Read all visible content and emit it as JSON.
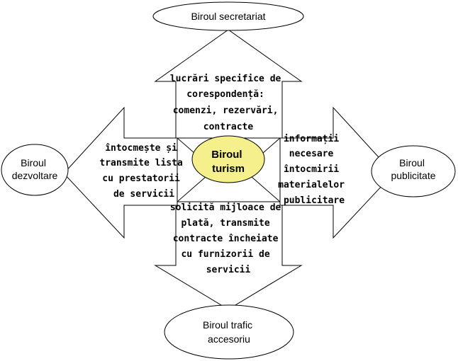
{
  "center": {
    "lines": [
      "Biroul",
      "turism"
    ],
    "fill": "#f5f08c"
  },
  "nodes": {
    "top": {
      "lines": [
        "Biroul secretariat"
      ]
    },
    "left": {
      "lines": [
        "Biroul",
        "dezvoltare"
      ]
    },
    "right": {
      "lines": [
        "Biroul",
        "publicitate"
      ]
    },
    "bottom": {
      "lines": [
        "Biroul trafic",
        "accesoriu"
      ]
    }
  },
  "flows": {
    "top": {
      "lines": [
        "lucrări specifice de",
        "corespondență:",
        "comenzi, rezervări,",
        "contracte"
      ]
    },
    "left": {
      "lines": [
        "întocmește și",
        "transmite lista",
        "cu prestatorii",
        "de servicii"
      ]
    },
    "right": {
      "lines": [
        "informații",
        "necesare",
        "întocmirii",
        "materialelor",
        "publicitare"
      ]
    },
    "bottom": {
      "lines": [
        "solicită mijloace de",
        "plată, transmite",
        "contracte încheiate",
        "cu furnizorii de",
        "servicii"
      ]
    }
  }
}
